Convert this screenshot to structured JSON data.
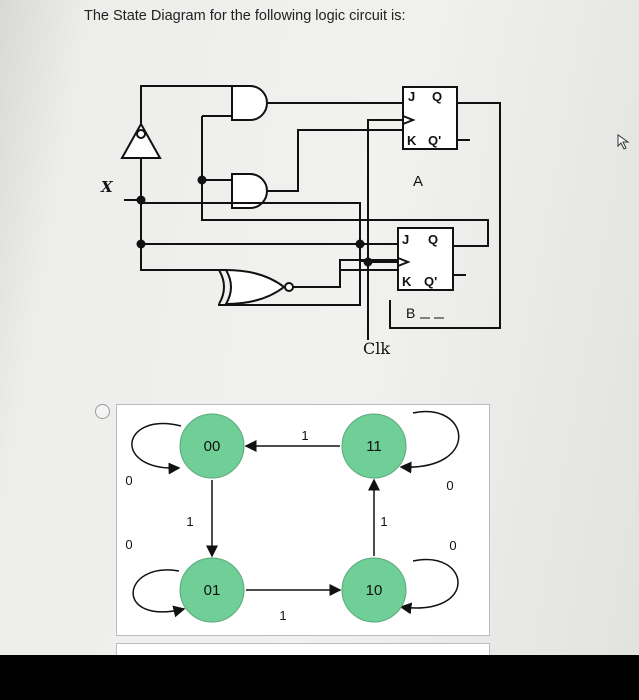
{
  "question": {
    "text": "The State Diagram for the following logic circuit is:"
  },
  "circuit": {
    "input_label": "X",
    "clock_label": "Clk",
    "ff_a": {
      "name": "A",
      "j": "J",
      "q": "Q",
      "k": "K",
      "qn": "Q'"
    },
    "ff_b": {
      "name": "B",
      "j": "J",
      "q": "Q",
      "k": "K",
      "qn": "Q'"
    }
  },
  "state_diagram": {
    "state_color": "#6fcf97",
    "states": [
      {
        "id": "00",
        "label": "00"
      },
      {
        "id": "11",
        "label": "11"
      },
      {
        "id": "01",
        "label": "01"
      },
      {
        "id": "10",
        "label": "10"
      }
    ],
    "transitions": [
      {
        "from": "00",
        "to": "00",
        "label": "0"
      },
      {
        "from": "11",
        "to": "00",
        "label": "1"
      },
      {
        "from": "00",
        "to": "01",
        "label": "1"
      },
      {
        "from": "01",
        "to": "01",
        "label": "0"
      },
      {
        "from": "01",
        "to": "10",
        "label": "1"
      },
      {
        "from": "10",
        "to": "11",
        "label": "1"
      },
      {
        "from": "11",
        "to": "11",
        "label": "0"
      },
      {
        "from": "10",
        "to": "10",
        "label": "0"
      }
    ]
  }
}
